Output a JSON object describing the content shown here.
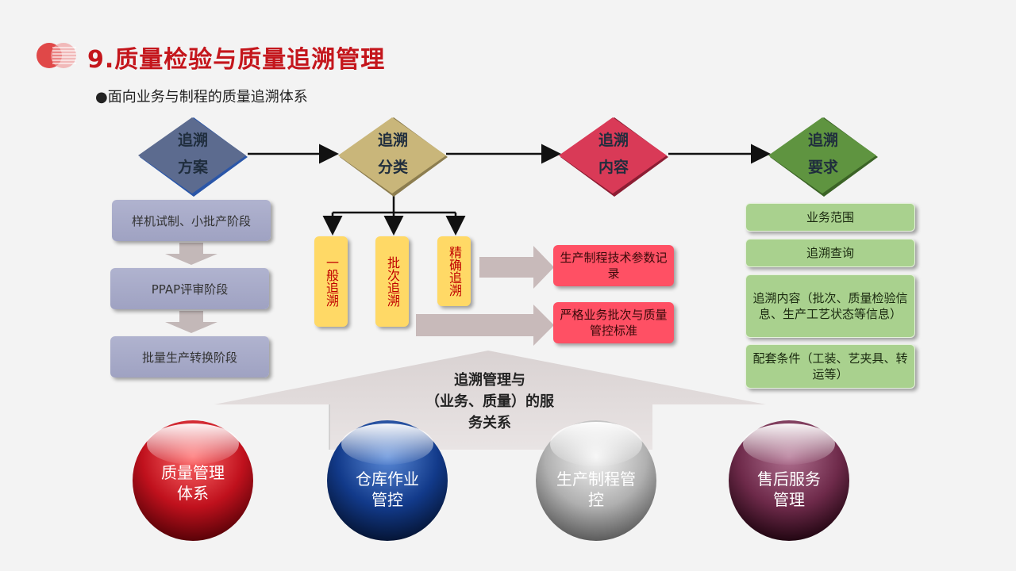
{
  "title": "9.质量检验与质量追溯管理",
  "subtitle": "●面向业务与制程的质量追溯体系",
  "diamonds": [
    {
      "line1": "追溯",
      "line2": "方案",
      "color": "#5c6b8f"
    },
    {
      "line1": "追溯",
      "line2": "分类",
      "color": "#c9b67a"
    },
    {
      "line1": "追溯",
      "line2": "内容",
      "color": "#d93a57"
    },
    {
      "line1": "追溯",
      "line2": "要求",
      "color": "#5f9440"
    }
  ],
  "stages": [
    "样机试制、小批产阶段",
    "PPAP评审阶段",
    "批量生产转换阶段"
  ],
  "trace_types": [
    "一般追溯",
    "批次追溯",
    "精确追溯"
  ],
  "contents": [
    "生产制程技术参数记录",
    "严格业务批次与质量管控标准"
  ],
  "requirements": [
    "业务范围",
    "追溯查询",
    "追溯内容（批次、质量检验信息、生产工艺状态等信息）",
    "配套条件（工装、艺夹具、转运等）"
  ],
  "center_text": {
    "line1": "追溯管理与",
    "line2": "（业务、质量）的服",
    "line3": "务关系"
  },
  "spheres": [
    {
      "line1": "质量管理",
      "line2": "体系",
      "color": "#c0111d"
    },
    {
      "line1": "仓库作业",
      "line2": "管控",
      "color": "#123a8a"
    },
    {
      "line1": "生产制程管",
      "line2": "控",
      "color": "#9a9a9a"
    },
    {
      "line1": "售后服务",
      "line2": "管理",
      "color": "#6e2a4a"
    }
  ]
}
